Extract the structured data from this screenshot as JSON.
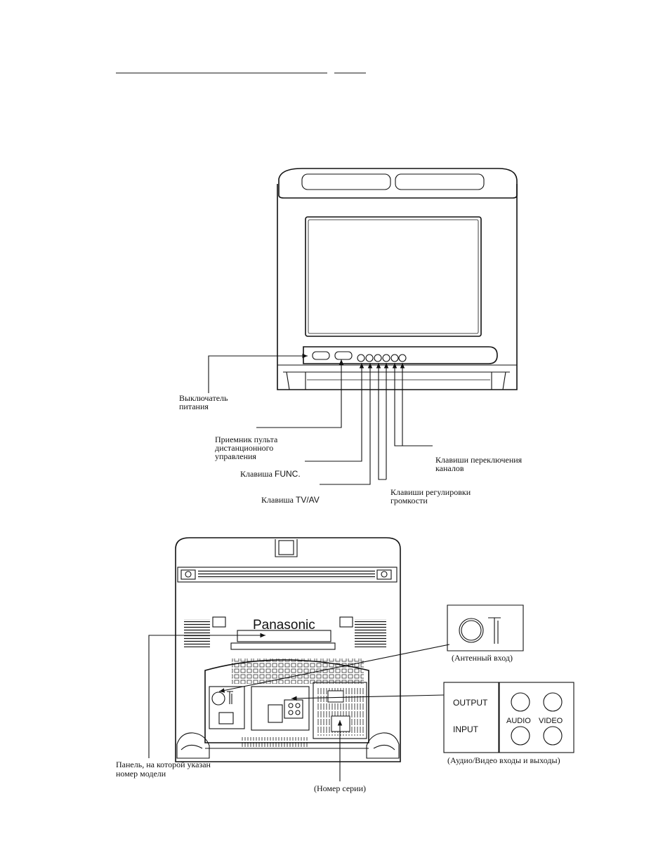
{
  "front_labels": {
    "power_switch": [
      "Выключатель",
      "питания"
    ],
    "remote_receiver": [
      "Приемник пульта",
      "дистанционного",
      "управления"
    ],
    "func_key_prefix": "Клавиша ",
    "func_key_name": "FUNC.",
    "tvav_key_prefix": "Клавиша ",
    "tvav_key_name": "TV/AV",
    "channel_keys": [
      "Клавиши переключения",
      "каналов"
    ],
    "volume_keys": [
      "Клавиши регулировки",
      "громкости"
    ]
  },
  "rear_labels": {
    "brand": "Panasonic",
    "model_panel": [
      "Панель, на которой указан",
      "номер модели"
    ],
    "serial_number": "(Номер серии)",
    "antenna_input": "(Антенный вход)",
    "av_io": "(Аудио/Видео входы и выходы)",
    "output": "OUTPUT",
    "input": "INPUT",
    "audio": "AUDIO",
    "video": "VIDEO"
  }
}
